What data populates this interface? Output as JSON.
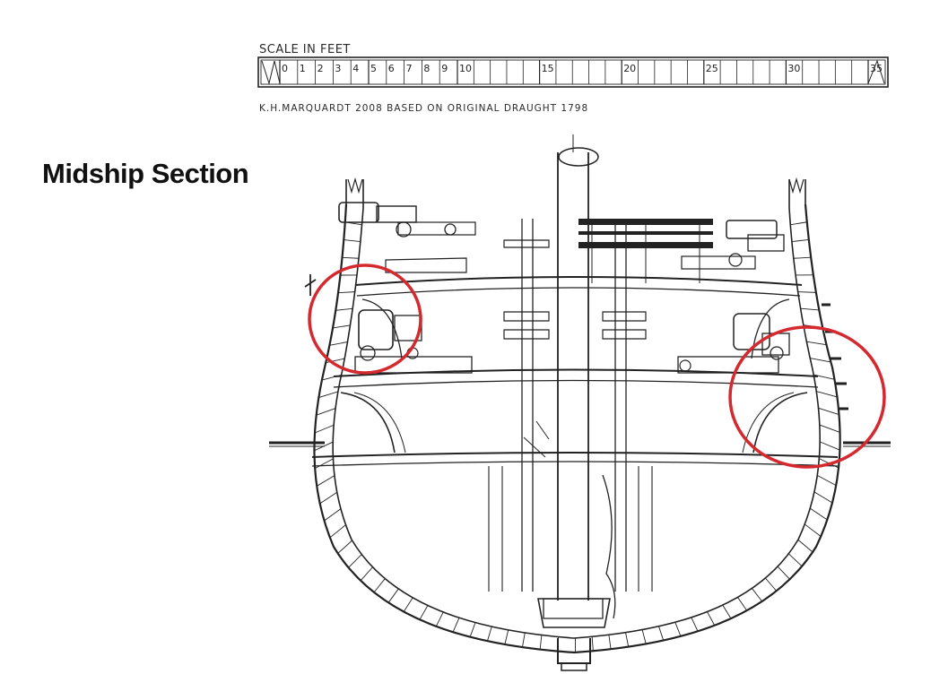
{
  "title": "Midship Section",
  "scale": {
    "label": "SCALE IN FEET",
    "ticks": [
      "0",
      "1",
      "2",
      "3",
      "4",
      "5",
      "6",
      "7",
      "8",
      "9",
      "10",
      "15",
      "20",
      "25",
      "30",
      "35"
    ]
  },
  "credit": "K.H.MARQUARDT 2008  BASED ON ORIGINAL DRAUGHT 1798",
  "colors": {
    "ink": "#222222",
    "highlight": "#d42a2f",
    "paper": "#ffffff"
  },
  "highlights": [
    "upper-gunport-left",
    "waterline-side-right"
  ]
}
